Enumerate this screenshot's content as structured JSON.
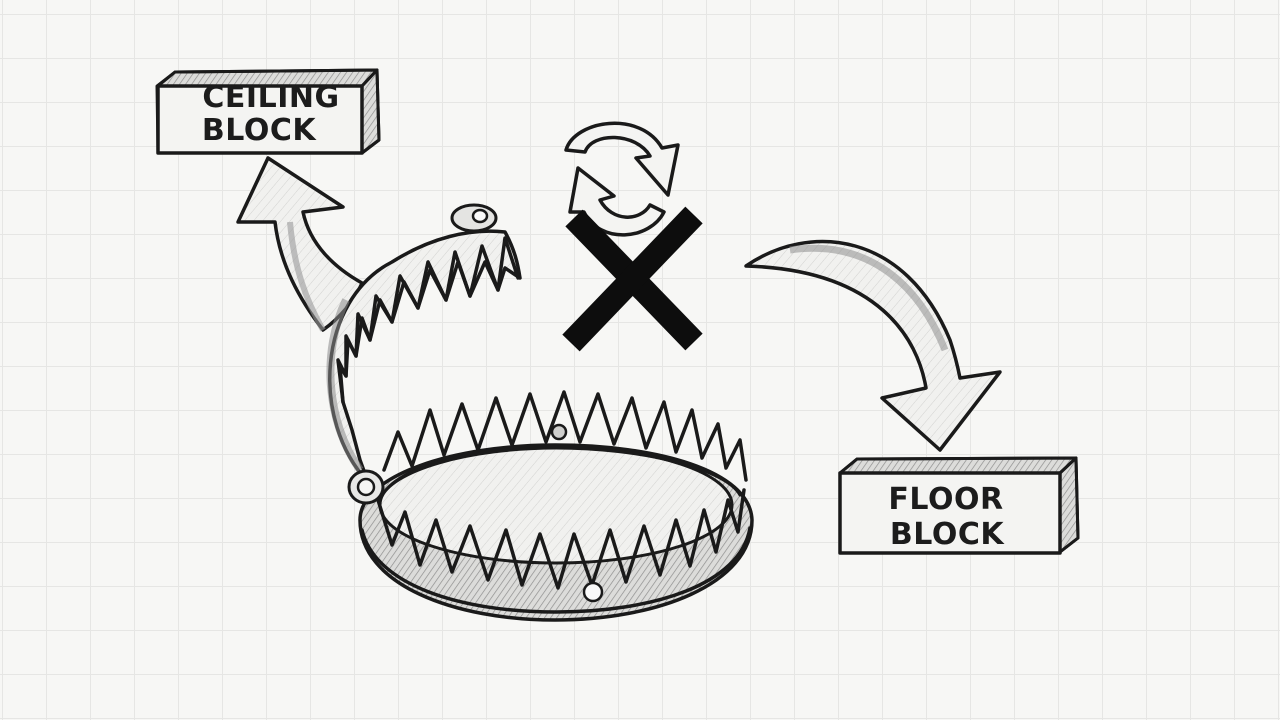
{
  "labels": {
    "ceiling_line1": "CEILING",
    "ceiling_line2": "BLOCK",
    "floor_line1": "FLOOR",
    "floor_line2": "BLOCK"
  },
  "icons": {
    "trap": "bear-trap-icon",
    "cycle": "refresh-cycle-icon",
    "cross": "x-mark-icon",
    "arrow_up": "curved-arrow-up-icon",
    "arrow_down": "curved-arrow-down-icon"
  },
  "colors": {
    "ink": "#1a1a1a",
    "paper": "#f7f7f5",
    "grid": "#e6e6e4",
    "shade": "#9a9a9a",
    "fill_light": "#efefed"
  }
}
